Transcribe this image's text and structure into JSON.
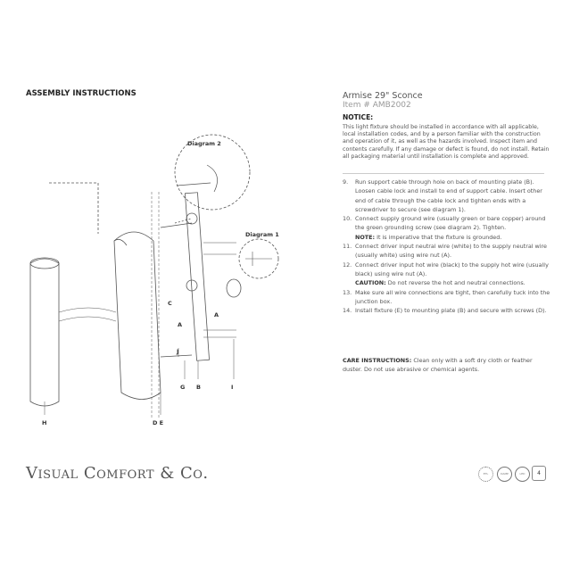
{
  "heading": "ASSEMBLY INSTRUCTIONS",
  "product": "Armise 29\" Sconce",
  "item": "Item # AMB2002",
  "notice_title": "NOTICE:",
  "notice": "This light fixture should be installed in accordance with all applicable, local installation codes, and by a person familiar with the construction and operation of it, as well as the hazards involved. Inspect item and contents carefully. If any damage or defect is found, do not install. Retain all packaging material until installation is complete and approved.",
  "steps": [
    {
      "n": "9.",
      "text": "Run support cable through hole on back of mounting plate (B). Loosen cable lock and install to end of support cable. Insert other end of cable through the cable lock and tighten ends with a screwdriver to secure (see diagram 1)."
    },
    {
      "n": "10.",
      "text": "Connect supply ground wire (usually green or bare copper) around the green grounding screw (see diagram 2). Tighten."
    },
    {
      "note_label": "NOTE:",
      "note": " It is imperative that the fixture is grounded."
    },
    {
      "n": "11.",
      "text": "Connect driver input neutral wire (white) to the supply neutral wire (usually white) using wire nut (A)."
    },
    {
      "n": "12.",
      "text": "Connect driver input hot wire (black) to the supply hot wire (usually black) using wire nut (A)."
    },
    {
      "note_label": "CAUTION:",
      "note": " Do not reverse the hot and neutral connections."
    },
    {
      "n": "13.",
      "text": "Make sure all wire connections are tight, then carefully tuck into the junction box."
    },
    {
      "n": "14.",
      "text": "Install fixture (E) to mounting plate (B) and secure with screws (D)."
    }
  ],
  "care_label": "CARE INSTRUCTIONS:",
  "care": " Clean only with a soft dry cloth or feather duster. Do not use abrasive or chemical agents.",
  "diagram": {
    "diagram1": "Diagram 1",
    "diagram2": "Diagram 2",
    "labels": {
      "A1": "A",
      "A2": "A",
      "B": "B",
      "C": "C",
      "DE": "D E",
      "G": "G",
      "H": "H",
      "I": "I",
      "J": "J"
    }
  },
  "logo": "Visual Comfort & Co.",
  "badges": [
    "ETL",
    "DAMP",
    "LED"
  ],
  "page_number": "4"
}
